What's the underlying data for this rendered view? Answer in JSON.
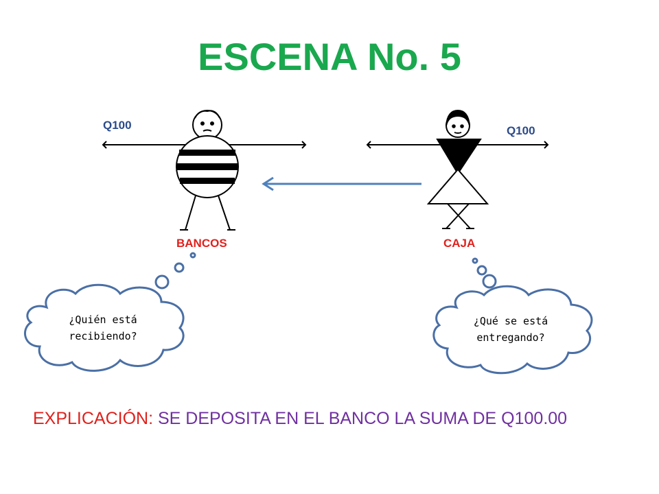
{
  "title": "ESCENA No. 5",
  "left_figure": {
    "amount": "Q100",
    "label": "BANCOS",
    "thought": [
      "¿Quién está",
      "recibiendo?"
    ]
  },
  "right_figure": {
    "amount": "Q100",
    "label": "CAJA",
    "thought": [
      "¿Qué se está",
      "entregando?"
    ]
  },
  "explanation": {
    "prefix": "EXPLICACIÓN:",
    "text": " SE DEPOSITA EN EL BANCO LA SUMA DE Q100.00"
  },
  "colors": {
    "title": "#1aa84e",
    "amount": "#2c4b8b",
    "label": "#e0211c",
    "explanation_prefix": "#e0211c",
    "explanation_text": "#7030a0",
    "arrow": "#4f81bd"
  }
}
